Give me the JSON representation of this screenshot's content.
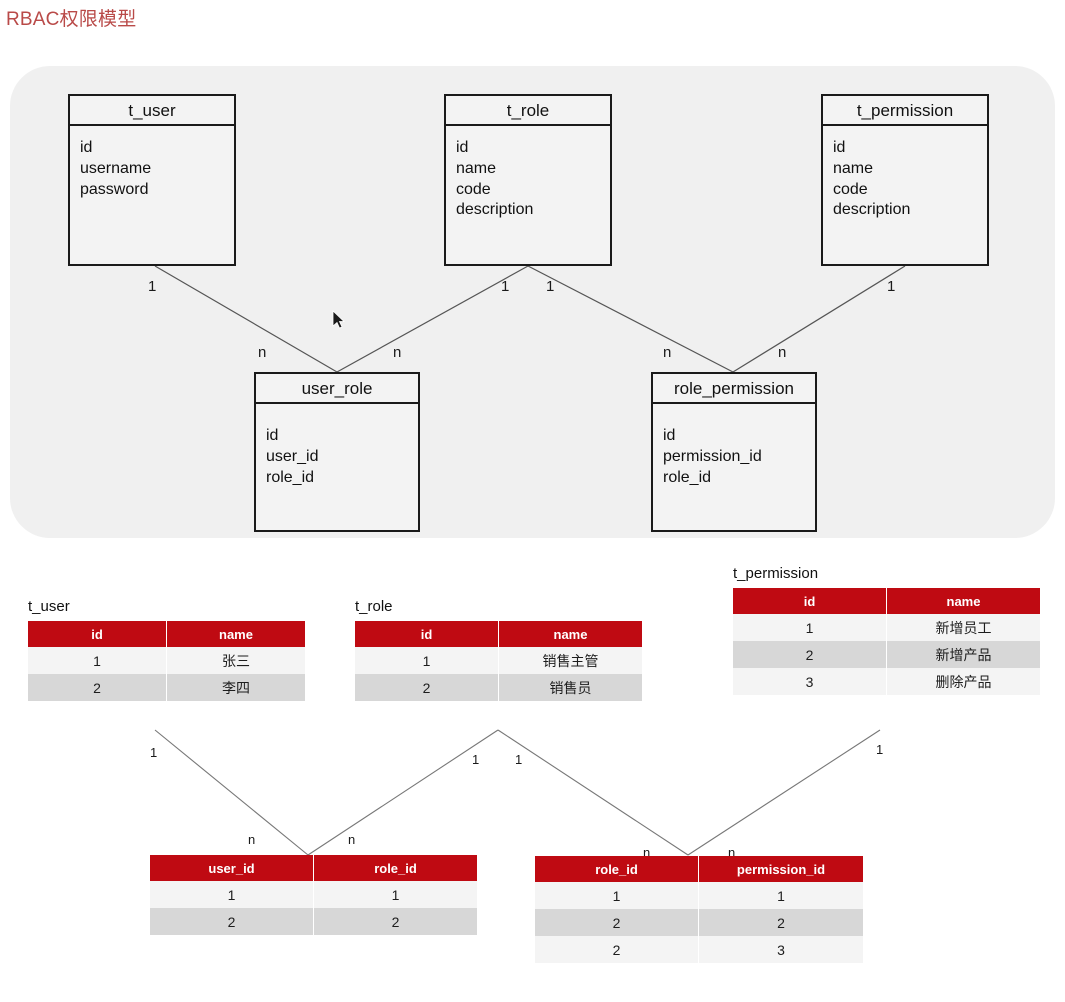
{
  "page": {
    "title": "RBAC权限模型",
    "title_color": "#b94a48",
    "background": "#ffffff"
  },
  "er_diagram": {
    "panel_background": "#f0f0f0",
    "entities": [
      {
        "name": "t_user",
        "fields": [
          "id",
          "username",
          "password"
        ]
      },
      {
        "name": "t_role",
        "fields": [
          "id",
          "name",
          "code",
          "description"
        ]
      },
      {
        "name": "t_permission",
        "fields": [
          "id",
          "name",
          "code",
          "description"
        ]
      },
      {
        "name": "user_role",
        "fields": [
          "id",
          "user_id",
          "role_id"
        ]
      },
      {
        "name": "role_permission",
        "fields": [
          "id",
          "permission_id",
          "role_id"
        ]
      }
    ],
    "cardinalities": {
      "user_to_userrole_one": "1",
      "userrole_to_user_many": "n",
      "role_to_userrole_one": "1",
      "userrole_to_role_many": "n",
      "role_to_rolepermission_one": "1",
      "rolepermission_to_role_many": "n",
      "permission_to_rolepermission_one": "1",
      "rolepermission_to_permission_many": "n"
    }
  },
  "data_tables": {
    "header_color": "#bf0a12",
    "row_odd_color": "#f4f4f4",
    "row_even_color": "#d7d7d7",
    "t_user": {
      "caption": "t_user",
      "columns": [
        "id",
        "name"
      ],
      "rows": [
        [
          "1",
          "张三"
        ],
        [
          "2",
          "李四"
        ]
      ]
    },
    "t_role": {
      "caption": "t_role",
      "columns": [
        "id",
        "name"
      ],
      "rows": [
        [
          "1",
          "销售主管"
        ],
        [
          "2",
          "销售员"
        ]
      ]
    },
    "t_permission": {
      "caption": "t_permission",
      "columns": [
        "id",
        "name"
      ],
      "rows": [
        [
          "1",
          "新增员工"
        ],
        [
          "2",
          "新增产品"
        ],
        [
          "3",
          "删除产品"
        ]
      ]
    },
    "user_role": {
      "caption": "",
      "columns": [
        "user_id",
        "role_id"
      ],
      "rows": [
        [
          "1",
          "1"
        ],
        [
          "2",
          "2"
        ]
      ]
    },
    "role_permission": {
      "caption": "",
      "columns": [
        "role_id",
        "permission_id"
      ],
      "rows": [
        [
          "1",
          "1"
        ],
        [
          "2",
          "2"
        ],
        [
          "2",
          "3"
        ]
      ]
    },
    "cardinalities": {
      "user_one": "1",
      "userrole_left_many": "n",
      "role_left_one": "1",
      "role_right_one": "1",
      "userrole_right_many": "n",
      "rolepermission_left_many": "n",
      "rolepermission_right_many": "n",
      "permission_one": "1"
    }
  }
}
